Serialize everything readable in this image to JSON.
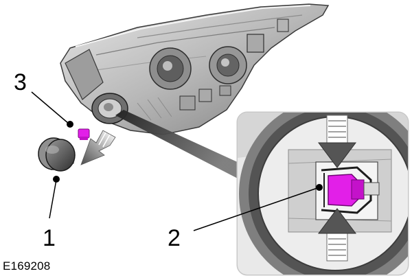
{
  "callouts": {
    "cap": "1",
    "bulb": "2",
    "clip": "3"
  },
  "figure_code": "E169208",
  "colors": {
    "highlight": "#e21fe8",
    "housing": "#b3b3b3",
    "housing_dark": "#6e6e6e",
    "inset_border": "#c8c8c8",
    "arrow": "#5a5a5a"
  },
  "icons": {
    "removal_arrow": "down-left-arrow",
    "squeeze_arrows": "opposed-vertical-arrows"
  }
}
